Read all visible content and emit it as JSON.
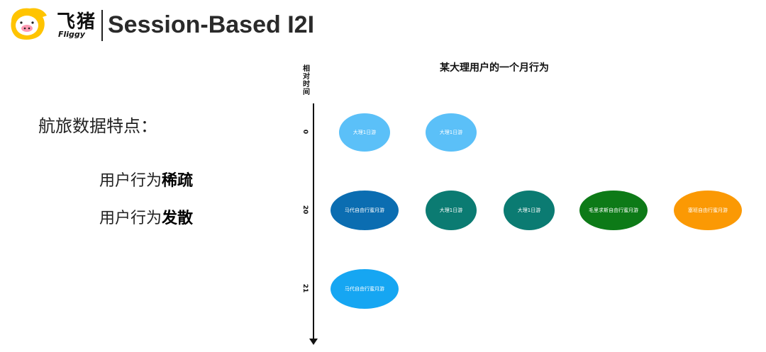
{
  "header": {
    "brand_cn": "飞猪",
    "brand_en": "Fliggy",
    "title": "Session-Based I2I"
  },
  "left": {
    "heading": "航旅数据特点：",
    "points": [
      {
        "prefix": "用户行为",
        "emphasis": "稀疏"
      },
      {
        "prefix": "用户行为",
        "emphasis": "发散"
      }
    ]
  },
  "diagram": {
    "title": "某大理用户的一个月行为",
    "axis_label": "相对时间",
    "ticks": [
      "0",
      "20",
      "21"
    ],
    "nodes": [
      {
        "label": "大理1日游",
        "row": 0,
        "col": 0,
        "color": "#5bc0f8"
      },
      {
        "label": "大理1日游",
        "row": 0,
        "col": 1,
        "color": "#5bc0f8"
      },
      {
        "label": "马代自由行蜜月游",
        "row": 1,
        "col": 0,
        "color": "#0b6db1"
      },
      {
        "label": "大理1日游",
        "row": 1,
        "col": 1,
        "color": "#0b7b72"
      },
      {
        "label": "大理1日游",
        "row": 1,
        "col": 2,
        "color": "#0b7b72"
      },
      {
        "label": "毛里求斯自由行蜜月游",
        "row": 1,
        "col": 3,
        "color": "#0d7a17"
      },
      {
        "label": "塞班自由行蜜月游",
        "row": 1,
        "col": 4,
        "color": "#fb9904"
      },
      {
        "label": "马代自由行蜜月游",
        "row": 2,
        "col": 0,
        "color": "#16a6f2"
      }
    ]
  }
}
